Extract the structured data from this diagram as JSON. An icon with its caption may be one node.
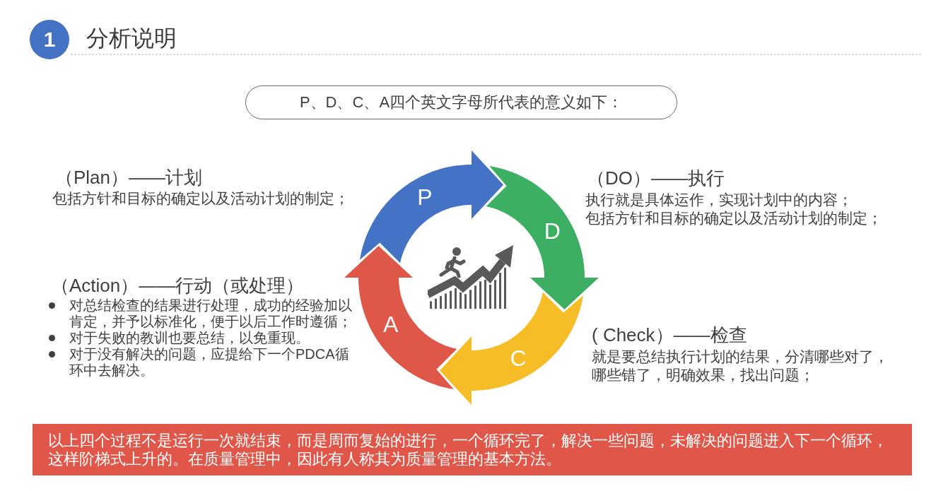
{
  "diagram": {
    "title": "分析说明",
    "nodes": [
      {
        "text": [
          "1"
        ]
      },
      {
        "text": [
          "P、D、C、A四个英文字母所代表的意义如下："
        ]
      },
      {
        "text": [
          "P"
        ],
        "beside": [
          "（Plan）——计划",
          "包括方针和目标的确定以及活动计划的制定；"
        ]
      },
      {
        "text": [
          "D"
        ],
        "beside": [
          "（DO）——执行",
          "执行就是具体运作，实现计划中的内容；",
          "包括方针和目标的确定以及活动计划的制定；"
        ]
      },
      {
        "text": [
          "C"
        ],
        "beside": [
          "( Check）——检查",
          "就是要总结执行计划的结果，分清哪些对了，哪些错了，明确效果，找出问题；"
        ]
      },
      {
        "text": [
          "A"
        ],
        "beside": [
          "（Action）——行动（或处理）",
          "对总结检查的结果进行处理，成功的经验加以肯定，并予以标准化，便于以后工作时遵循；",
          "对于失败的教训也要总结，以免重现。",
          "对于没有解决的问题，应提给下一个PDCA循环中去解决。"
        ]
      },
      {
        "text": [
          "以上四个过程不是运行一次就结束，而是周而复始的进行，一个循环完了，解决一些问题，未解决的问题进入下一个循环，这样阶梯式上升的。在质量管理中，因此有人称其为质量管理的基本方法。"
        ]
      }
    ]
  }
}
